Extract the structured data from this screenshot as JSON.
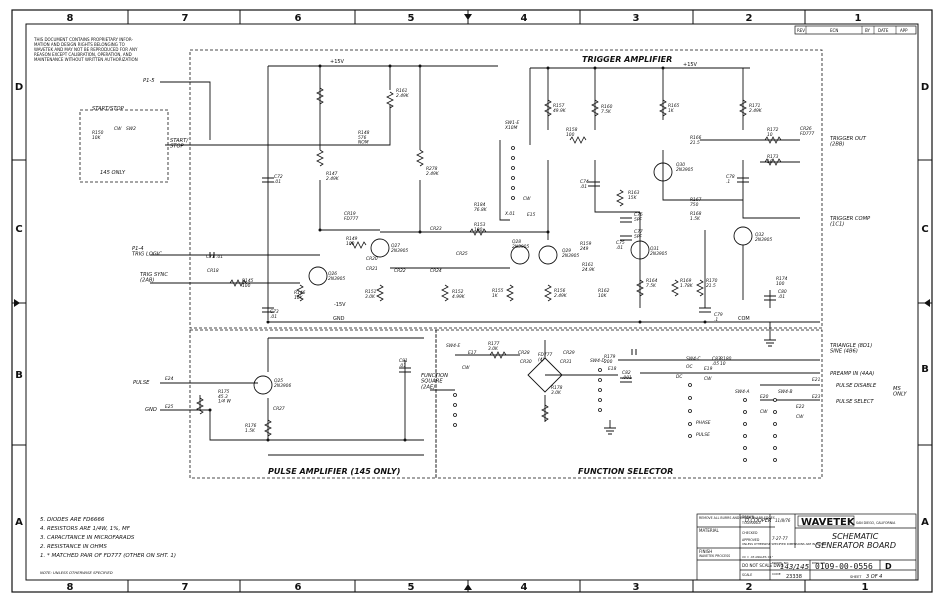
{
  "border": {
    "top_zones": [
      "8",
      "7",
      "6",
      "5",
      "4",
      "3",
      "2",
      "1"
    ],
    "bottom_zones": [
      "8",
      "7",
      "6",
      "5",
      "4",
      "3",
      "2",
      "1"
    ],
    "side_zones": [
      "D",
      "C",
      "B",
      "A"
    ]
  },
  "revision_block": [
    "REV",
    "ECN",
    "BY",
    "DATE",
    "APP"
  ],
  "notice": [
    "THIS DOCUMENT CONTAINS PROPRIETARY INFOR-",
    "MATION AND DESIGN RIGHTS BELONGING TO",
    "WAVETEK AND MAY NOT BE REPRODUCED FOR ANY",
    "REASON EXCEPT CALIBRATION, OPERATION, AND",
    "MAINTENANCE WITHOUT WRITTEN AUTHORIZATION"
  ],
  "sections": {
    "trigger_amplifier": "TRIGGER AMPLIFIER",
    "pulse_amplifier": "PULSE AMPLIFIER (145 ONLY)",
    "function_selector": "FUNCTION SELECTOR"
  },
  "rails": {
    "v15_a": "+15V",
    "v15_b": "+15V",
    "vneg15": "-15V",
    "gnd": "GND",
    "com": "COM"
  },
  "io": {
    "p1_5": "P1-5",
    "start_stop": "START/STOP",
    "start_stop_2": "START/\nSTOP",
    "only_145": "145 ONLY",
    "trig_logic": "P1-4\nTRIG LOGIC",
    "trig_sync": "TRIG SYNC\n(2AB)",
    "trigger_out": "TRIGGER OUT\n(2BB)",
    "trigger_comp": "TRIGGER COMP\n(1C1)",
    "triangle_sine": "TRIANGLE (8D1)\nSINE (4B6)",
    "preamp_in": "PREAMP IN (4AA)",
    "pulse_disable": "PULSE DISABLE",
    "pulse_select": "PULSE SELECT",
    "ms_only": "MS\nONLY",
    "pulse": "PULSE",
    "gnd_in": "GND",
    "function_square": "FUNCTION\nSQUARE\n(2AE)"
  },
  "components": {
    "r150": "R150\n10K",
    "sw2": "SW2",
    "cw1": "CW",
    "r161": "R161\n2.49K",
    "r148": "R148\n576\nNOM",
    "c72": "C72\n.01",
    "r147": "R147\n2.49K",
    "r278": "R278\n2.49K",
    "cr19": "CR19\nFD777",
    "r149": "R149\n100",
    "q27": "Q27\n2N3905",
    "cr20": "CR20",
    "cr21": "CR21",
    "cr22": "CR22",
    "cr23": "CR23",
    "cr24": "CR24",
    "cr25": "CR25",
    "c71": "C71 .01",
    "cr18": "CR18",
    "r145": "R145\n100",
    "q26": "Q26\n2N3905",
    "r146": "R146\n10K",
    "c73": "C73\n.01",
    "r151": "R151\n3.0K",
    "r152": "R152\n4.99K",
    "r153": "R153\n100",
    "r184": "R184\n76.8K",
    "sw1e": "SW1-E\nX10M",
    "xo1": "X.01",
    "e15": "E15",
    "q28": "Q28\n2N3905",
    "r155": "R155\n1K",
    "r156": "R156\n2.49K",
    "r157": "R157\n49.9K",
    "r158": "R158\n100",
    "r160": "R160\n7.5K",
    "r159": "R159\n249",
    "q29": "Q29\n2N3905",
    "r161b": "R161\n24.9K",
    "r162": "R162\n10K",
    "c74": "C74\n.01",
    "r163": "R163\n15K",
    "c76": "C76\n5PF",
    "c77": "C77\n5PF",
    "c75": "C75\n.01",
    "r164": "R164\n7.5K",
    "r165": "R165\n1K",
    "r166": "R166\n21.5",
    "q30": "Q30\n2N3905",
    "r167": "R167\n750",
    "r168": "R168\n1.5K",
    "q31": "Q31\n2N3905",
    "r169": "R169\n1.78K",
    "r170": "R170\n21.5",
    "c78": "C78\n.1",
    "c79": "C79\n.1",
    "r171": "R171\n2.49K",
    "r172": "R172\n10",
    "cr26": "CR26\nFD777",
    "r173": "R173\n10",
    "q32": "Q32\n2N3905",
    "r174": "R174\n100",
    "c80": "C80\n.01",
    "cw2": "CW",
    "e24": "E24",
    "e25": "E25",
    "r175": "R175\n45.3\n1/4 W",
    "q25": "Q25\n2N3906",
    "cr27": "CR27",
    "r176": "R176\n1.5K",
    "c81": "C81\n.01",
    "sw4e": "SW4-E",
    "e17": "E17",
    "cw3": "CW",
    "r177": "R177\n3.0K",
    "cr28": "CR28",
    "cr29": "CR29",
    "cr30": "CR30",
    "cr31": "CR31",
    "cr_dn": "FD777\n(4)",
    "r178": "R178\n3.0K",
    "sw4d": "SW4-D",
    "e18": "E18",
    "r179": "R179\n200",
    "c82": "C82\n.001",
    "r180": "R180\n10",
    "c83": "C83\n.05",
    "sw4c": "SW4-C",
    "e19": "E19",
    "cw4": "CW",
    "oc": "OC",
    "sw4a": "SW4-A",
    "sw4b": "SW4-B",
    "e20": "E20",
    "e21": "E21",
    "e22": "E22",
    "e23": "E23",
    "cw5": "CW",
    "cw6": "CW",
    "phase": "PHASE",
    "pulse_sym": "PULSE",
    "dc": "DC"
  },
  "notes": [
    "5.  DIODES ARE FD6666",
    "4.  RESISTORS ARE 1/4W, 1%, MF",
    "3.  CAPACITANCE IN MICROFARADS",
    "2.  RESISTANCE IN OHMS",
    "1.  * MATCHED PAIR OF FD777 (OTHER ON SHT. 1)"
  ],
  "notes_footer": "NOTE: UNLESS OTHERWISE SPECIFIED",
  "title_block": {
    "company": "WAVETEK",
    "company_sub": "SAN DIEGO, CALIFORNIA",
    "title_line1": "SCHEMATIC",
    "title_line2": "GENERATOR BOARD",
    "model_label": "MODEL NO.",
    "model": "143/145",
    "dwg_label": "DWG NO.",
    "dwg_no": "0109-00-0556",
    "rev": "D",
    "code_label": "CODE",
    "code": "23338",
    "sheet_label": "SHEET",
    "sheet": "3  OF  4",
    "scale_label": "SCALE",
    "do_not_scale": "DO NOT SCALE DWG",
    "remove_burrs": "REMOVE ALL BURRS AND BREAK SHARP EDGES",
    "tolerance": "TOLERANCE",
    "material": "MATERIAL",
    "finish": "FINISH",
    "finish_val": "WAVETEK PROCESS",
    "drawn": "DRAWN",
    "drawn_by": "D.COOPER",
    "checked": "CHECKED",
    "approved": "APPROVED",
    "date1": "11/8/76",
    "date2": "7-27-77",
    "dims_note": "UNLESS OTHERWISE SPECIFIED DIMENSIONS ARE IN INCHES",
    "angles_note": "XX = .03   ANGLES ±1°"
  }
}
